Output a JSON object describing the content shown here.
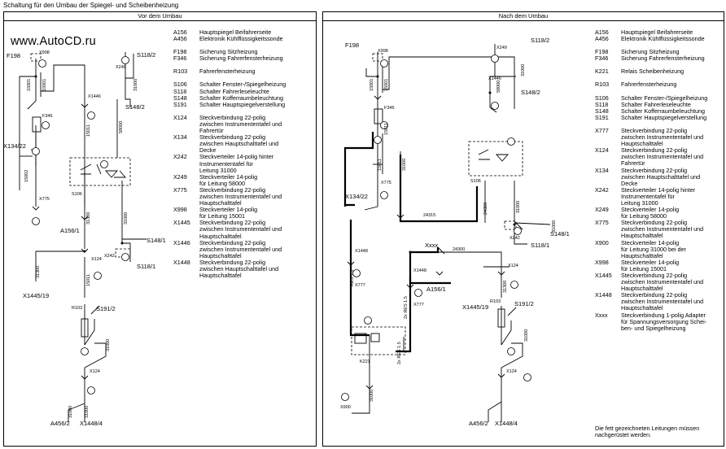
{
  "page_title": "Schaltung für den Umbau der Spiegel- und Scheibenheizung",
  "watermark": "www.AutoCD.ru",
  "panels": {
    "before": {
      "title": "Vor dem Umbau",
      "legend": [
        {
          "code": "A156",
          "desc": "Hauptspiegel Beifahrerseite"
        },
        {
          "code": "A456",
          "desc": "Elektronik Kühlflüssigkeitssonde",
          "gap": true
        },
        {
          "code": "F198",
          "desc": "Sicherung Sitzheizung"
        },
        {
          "code": "F346",
          "desc": "Sicherung Fahrerfensterheizung",
          "gap": true
        },
        {
          "code": "R103",
          "desc": "Fahrerfensterheizung",
          "gap": true
        },
        {
          "code": "S106",
          "desc": "Schalter Fenster-/Spiegelheizung"
        },
        {
          "code": "S118",
          "desc": "Schalter Fahrerleseleuchte"
        },
        {
          "code": "S148",
          "desc": "Schalter Kofferraumbeleuchtung"
        },
        {
          "code": "S191",
          "desc": "Schalter Hauptspiegelverstellung",
          "gap": true
        },
        {
          "code": "X124",
          "desc": "Steckverbindung 22-polig\nzwischen Instrumententafel und\nFahrertür"
        },
        {
          "code": "X134",
          "desc": "Steckverbindung 22-polig\nzwischen Hauptschalttafel und\nDecke"
        },
        {
          "code": "X242",
          "desc": "Steckverteiler 14-polig hinter\nInstrumententafel für\nLeitung 31000"
        },
        {
          "code": "X249",
          "desc": "Steckverteiler 14-polig\nfür Leitung 58000"
        },
        {
          "code": "X775",
          "desc": "Steckverbindung 22-polig\nzwischen Instrumententafel und\nHauptschalttafel"
        },
        {
          "code": "X998",
          "desc": "Steckverteiler 14-polig\nfür Leitung 15001"
        },
        {
          "code": "X1445",
          "desc": "Steckverbindung 22-polig\nzwischen Instrumententafel und\nHauptschalttafel"
        },
        {
          "code": "X1446",
          "desc": "Steckverbindung 22-polig\nzwischen Instrumententafel und\nHauptschalttafel"
        },
        {
          "code": "X1448",
          "desc": "Steckverbindung 22-polig\nzwischen Hauptschalttafel und\nHauptschalttafel"
        }
      ],
      "labels": {
        "f198": "F198",
        "x998": "X998",
        "s118_2": "S118/2",
        "x249": "X249",
        "x1446": "X1446",
        "s148_2": "S148/2",
        "f346": "F346",
        "x134_22": "X134/22",
        "s106": "S106",
        "x775": "X775",
        "a156_1": "A156/1",
        "s148_1": "S148/1",
        "x242": "X242",
        "x124a": "X124",
        "s118_1": "S118/1",
        "x1445_19": "X1445/19",
        "r103": "R103",
        "s191_2": "S191/2",
        "x124b": "X124",
        "a456_2": "A456/2",
        "x1448_4": "X1448/4"
      },
      "wire_codes": {
        "w15001": "15001",
        "w15002": "15001",
        "w15011": "15011",
        "w31000a": "31000",
        "w15002b": "15002",
        "w58000": "58000",
        "w15011b": "15011",
        "w31300": "31300",
        "w31000b": "31000",
        "w31000c": "31000",
        "w15001b": "15001",
        "w31300b": "31300",
        "w31000d": "31000",
        "w31000e": "31000"
      }
    },
    "after": {
      "title": "Nach dem Umbau",
      "legend": [
        {
          "code": "A156",
          "desc": "Hauptspiegel Beifahrerseite"
        },
        {
          "code": "A456",
          "desc": "Elektronik Kühlflüssigkeitssonde",
          "gap": true
        },
        {
          "code": "F198",
          "desc": "Sicherung Sitzheizung"
        },
        {
          "code": "F346",
          "desc": "Sicherung Fahrerfensterheizung",
          "gap": true
        },
        {
          "code": "K221",
          "desc": "Relais Scheibenheizung",
          "gap": true
        },
        {
          "code": "R103",
          "desc": "Fahrerfensterheizung",
          "gap": true
        },
        {
          "code": "S106",
          "desc": "Schalter Fenster-/Spiegelheizung"
        },
        {
          "code": "S118",
          "desc": "Schalter Fahrerleseleuchte"
        },
        {
          "code": "S148",
          "desc": "Schalter Kofferraumbeleuchtung"
        },
        {
          "code": "S191",
          "desc": "Schalter Hauptspiegelverstellung",
          "gap": true
        },
        {
          "code": "X777",
          "desc": "Steckverbindung 22-polig\nzwischen Instrumententafel und\nHauptschalttafel"
        },
        {
          "code": "X124",
          "desc": "Steckverbindung 22-polig\nzwischen Instrumententafel und\nFahrertür"
        },
        {
          "code": "X134",
          "desc": "Steckverbindung 22-polig\nzwischen Hauptschalttafel und\nDecke"
        },
        {
          "code": "X242",
          "desc": "Steckverteiler 14-polig hinter\nInstrumententafel für\nLeitung 31000"
        },
        {
          "code": "X249",
          "desc": "Steckverteiler 14-polig\nfür Leitung 58000"
        },
        {
          "code": "X775",
          "desc": "Steckverbindung 22-polig\nzwischen Instrumententafel und\nHauptschalttafel"
        },
        {
          "code": "X900",
          "desc": "Steckverteiler 14-polig\nfür Leitung 31000 bei der\nHauptschalttafel"
        },
        {
          "code": "X998",
          "desc": "Steckverteiler 14-polig\nfür Leitung 15001"
        },
        {
          "code": "X1445",
          "desc": "Steckverbindung 22-polig\nzwischen Instrumententafel und\nHauptschalttafel"
        },
        {
          "code": "X1448",
          "desc": "Steckverbindung 22-polig\nzwischen Instrumententafel und\nHauptschalttafel"
        },
        {
          "code": "Xxxx",
          "desc": "Steckverbindung 1-polig Adapter\nfür Spannungsversorgung Schei-\nben- und Spiegelheizung"
        }
      ],
      "footnote": "Die fett gezeichneten Leitungen müssen\nnachgerüstet werden.",
      "labels": {
        "f198": "F198",
        "x998": "X998",
        "s118_2": "S118/2",
        "x249": "X249",
        "x1446": "X1446",
        "s148_2": "S148/2",
        "f346": "F346",
        "x134_22": "X134/22",
        "s106": "S106",
        "x775": "X775",
        "x242": "X242",
        "s148_1": "S148/1",
        "s118_1": "S118/1",
        "x1448": "X1448",
        "xxxx": "Xxxx",
        "x1448b": "X1448",
        "a156_1": "A156/1",
        "x777a": "X777",
        "x777b": "X777",
        "x124a": "X124",
        "x1445_19": "X1445/19",
        "r103": "R103",
        "s191_2": "S191/2",
        "k221": "K221",
        "x900": "X900",
        "x124b": "X124",
        "a456_2": "A456/2",
        "x1448_4": "X1448/4"
      },
      "wire_codes": {
        "w15001": "15001",
        "w15002": "15001",
        "w15011": "15011",
        "w15011b": "15011",
        "w24315": "24315",
        "w24300": "24300",
        "w58000": "58000",
        "w31000": "31000",
        "w31000b": "31000",
        "w24300b": "24300",
        "wres15": "RES 1.5",
        "wres15b": "2x RES 1.5",
        "wres15c": "2x RES 1.5",
        "w31000c": "31000",
        "w31300": "31300",
        "w31000d": "31000",
        "w31000e": "31000",
        "w31000f": "31000"
      }
    }
  }
}
